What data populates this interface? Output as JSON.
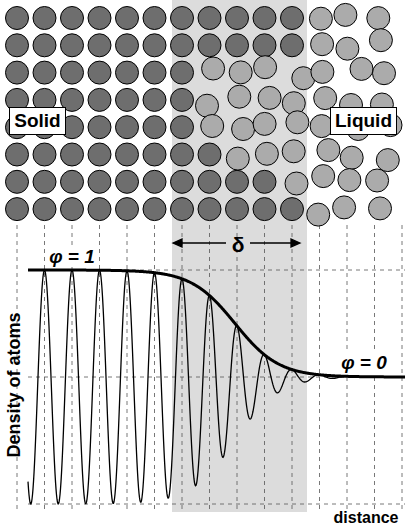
{
  "diagram": {
    "nodes": [
      {
        "text": [
          "Solid"
        ]
      },
      {
        "text": [
          "Liquid"
        ]
      }
    ],
    "labels": [
      "φ = 1",
      "δ",
      "φ = 0",
      "Density of atoms",
      "distance"
    ]
  }
}
